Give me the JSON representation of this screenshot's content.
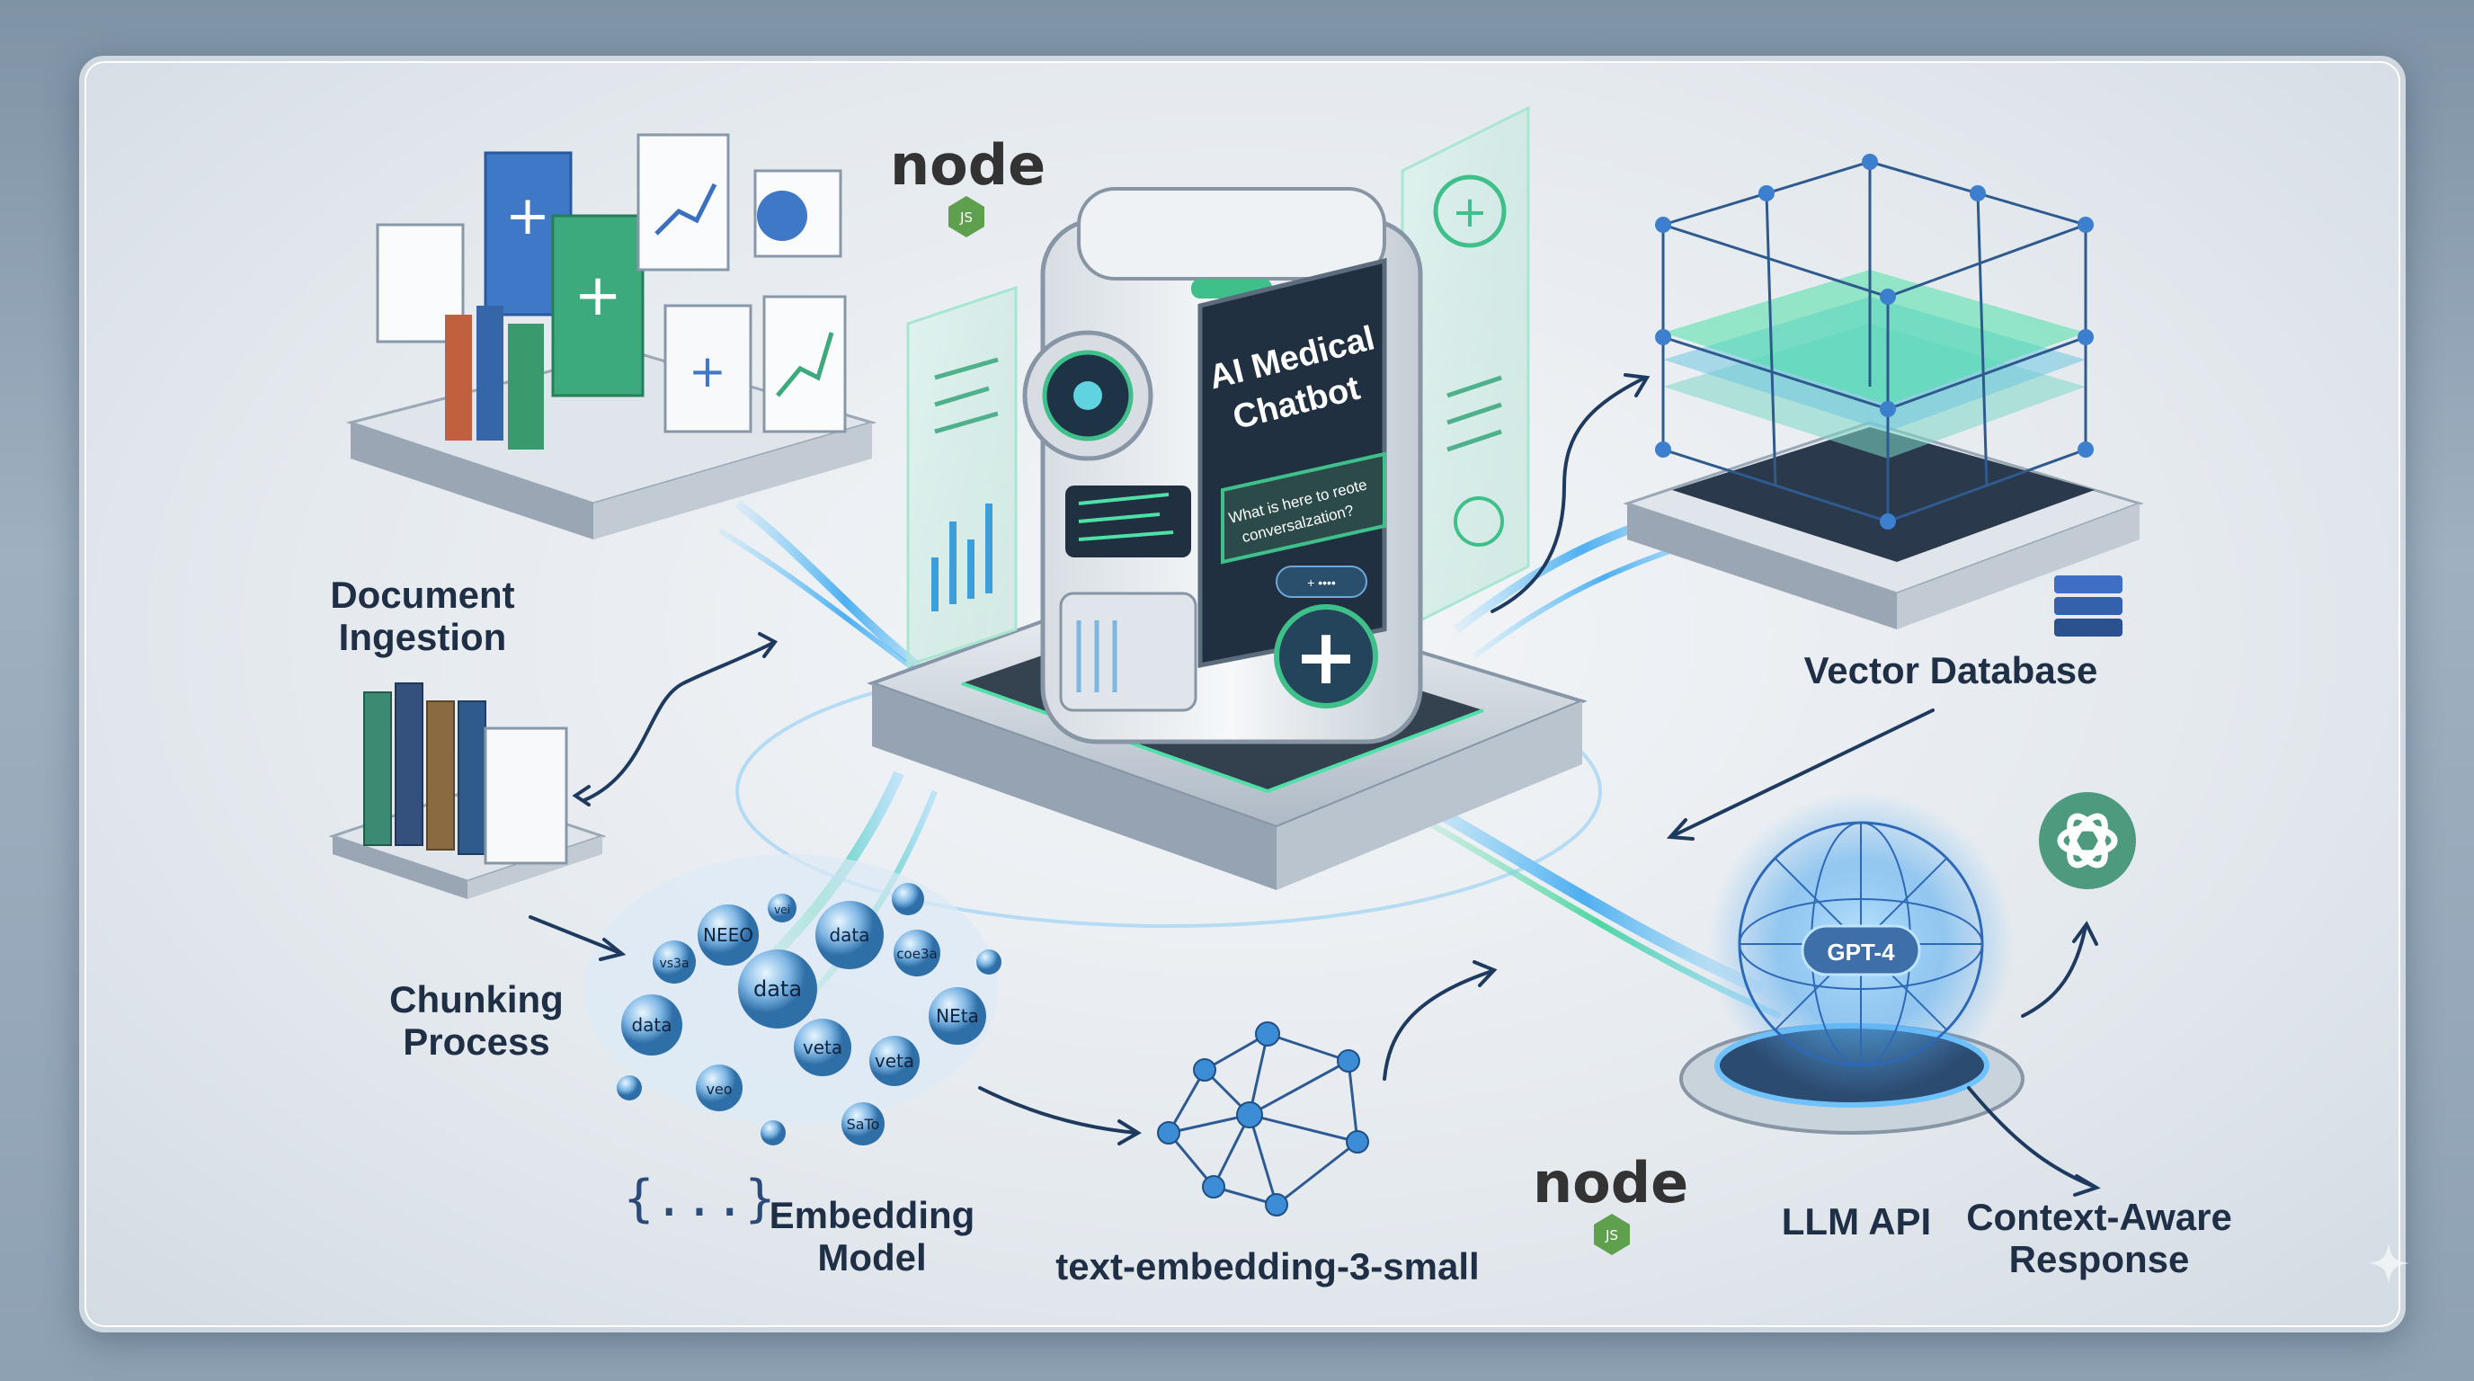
{
  "labels": {
    "document_ingestion": [
      "Document",
      "Ingestion"
    ],
    "chunking_process": [
      "Chunking",
      "Process"
    ],
    "embedding_model": [
      "Embedding",
      "Model"
    ],
    "embedding_model_name": "text-embedding-3-small",
    "vector_database": "Vector Database",
    "llm_api": "LLM API",
    "context_aware_response": [
      "Context-Aware",
      "Response"
    ]
  },
  "chatbot": {
    "title_line1": "AI Medical",
    "title_line2": "Chatbot",
    "bubble_line1": "What is here to reote",
    "bubble_line2": "conversalzation?",
    "reply_text": "+ ••••"
  },
  "llm": {
    "model": "GPT-4"
  },
  "logos": {
    "node": "node",
    "js": "JS"
  },
  "code_braces": "{...}",
  "embedding_words": [
    "NEEO",
    "data",
    "data",
    "data",
    "veta",
    "NEta",
    "veta",
    "veo",
    "SaTo",
    "vs3a",
    "coe3a",
    "vei"
  ],
  "colors": {
    "accent_green": "#3fbf8a",
    "accent_blue": "#4aa3e8",
    "text_dark": "#1f2f45",
    "screen_dark": "#203040",
    "openai_green": "#4d9a7f"
  }
}
